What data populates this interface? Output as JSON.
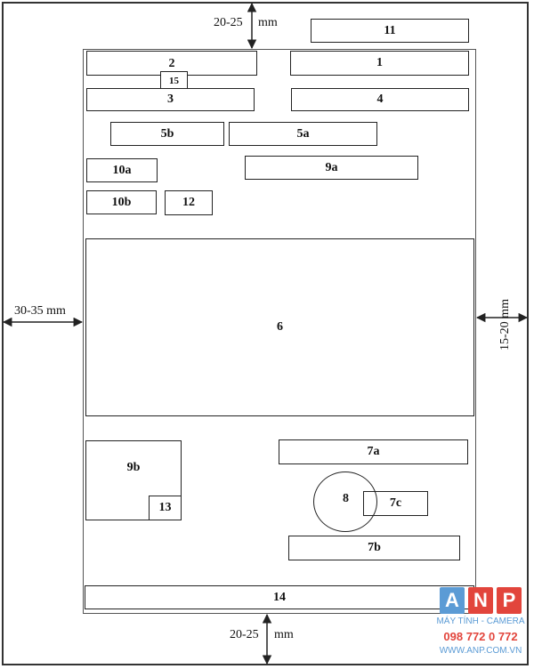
{
  "dimensions": {
    "top": "20-25",
    "top_unit": "mm",
    "bottom": "20-25",
    "bottom_unit": "mm",
    "left": "30-35 mm",
    "right": "15-20 mm"
  },
  "boxes": {
    "b11": "11",
    "b1": "1",
    "b2": "2",
    "b15": "15",
    "b3": "3",
    "b4": "4",
    "b5b": "5b",
    "b5a": "5a",
    "b10a": "10a",
    "b9a": "9a",
    "b10b": "10b",
    "b12": "12",
    "b6": "6",
    "b9b": "9b",
    "b13": "13",
    "b7a": "7a",
    "b8": "8",
    "b7c": "7c",
    "b7b": "7b",
    "b14": "14"
  },
  "watermark": {
    "letters": [
      "A",
      "N",
      "P"
    ],
    "tagline": "MÁY TÍNH - CAMERA",
    "phone": "098 772 0 772",
    "site": "WWW.ANP.COM.VN",
    "colors": [
      "#5b9bd5",
      "#e2453c",
      "#e2453c"
    ]
  }
}
